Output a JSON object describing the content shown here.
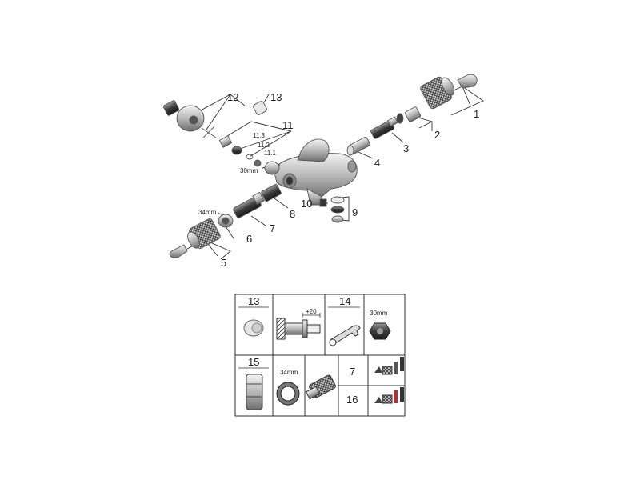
{
  "exploded_view": {
    "callouts": {
      "c1": "1",
      "c2": "2",
      "c3": "3",
      "c4": "4",
      "c5": "5",
      "c6": "6",
      "c7": "7",
      "c8": "8",
      "c9": "9",
      "c10": "10",
      "c11": "11",
      "c12": "12",
      "c13": "13"
    },
    "sub_labels": {
      "s11_3": "11.3",
      "s11_2": "11.2",
      "s11_1": "11.1"
    },
    "dimensions": {
      "d30": "30mm",
      "d34": "34mm"
    }
  },
  "accessory_table": {
    "c13": "13",
    "c14": "14",
    "c15": "15",
    "c7": "7",
    "c16": "16",
    "plus20": "+20",
    "d30": "30mm",
    "d34": "34mm"
  }
}
